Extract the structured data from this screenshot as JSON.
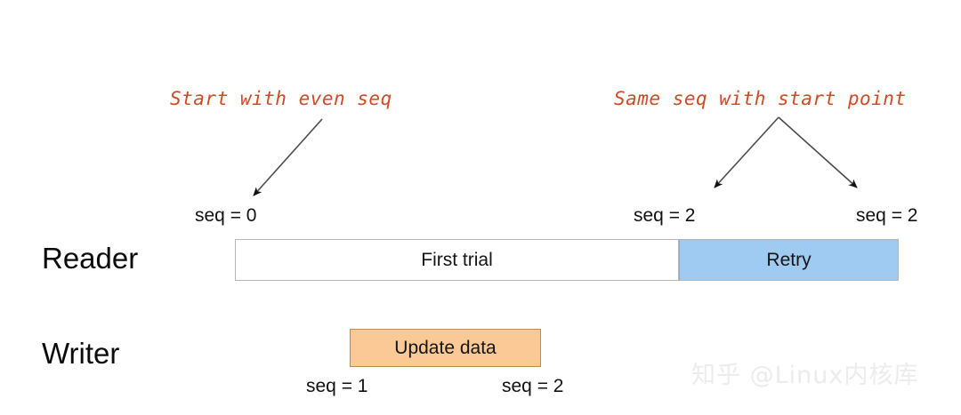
{
  "annotations": {
    "left": "Start with even seq",
    "right": "Same seq with start point"
  },
  "rows": {
    "reader_label": "Reader",
    "writer_label": "Writer"
  },
  "reader": {
    "segments": [
      {
        "label": "First trial",
        "color": "#ffffff"
      },
      {
        "label": "Retry",
        "color": "#9fcbf2"
      }
    ],
    "seq_labels": [
      {
        "text": "seq = 0"
      },
      {
        "text": "seq = 2"
      },
      {
        "text": "seq = 2"
      }
    ]
  },
  "writer": {
    "block_label": "Update data",
    "block_color": "#fbc995",
    "seq_labels": [
      {
        "text": "seq = 1"
      },
      {
        "text": "seq = 2"
      }
    ]
  },
  "colors": {
    "annotation_red": "#cf4a26",
    "retry_blue": "#9fcbf2",
    "update_orange": "#fbc995",
    "arrow_gray": "#4a4a4a",
    "watermark_gray": "#ececec"
  },
  "watermark": "知乎 @Linux内核库"
}
